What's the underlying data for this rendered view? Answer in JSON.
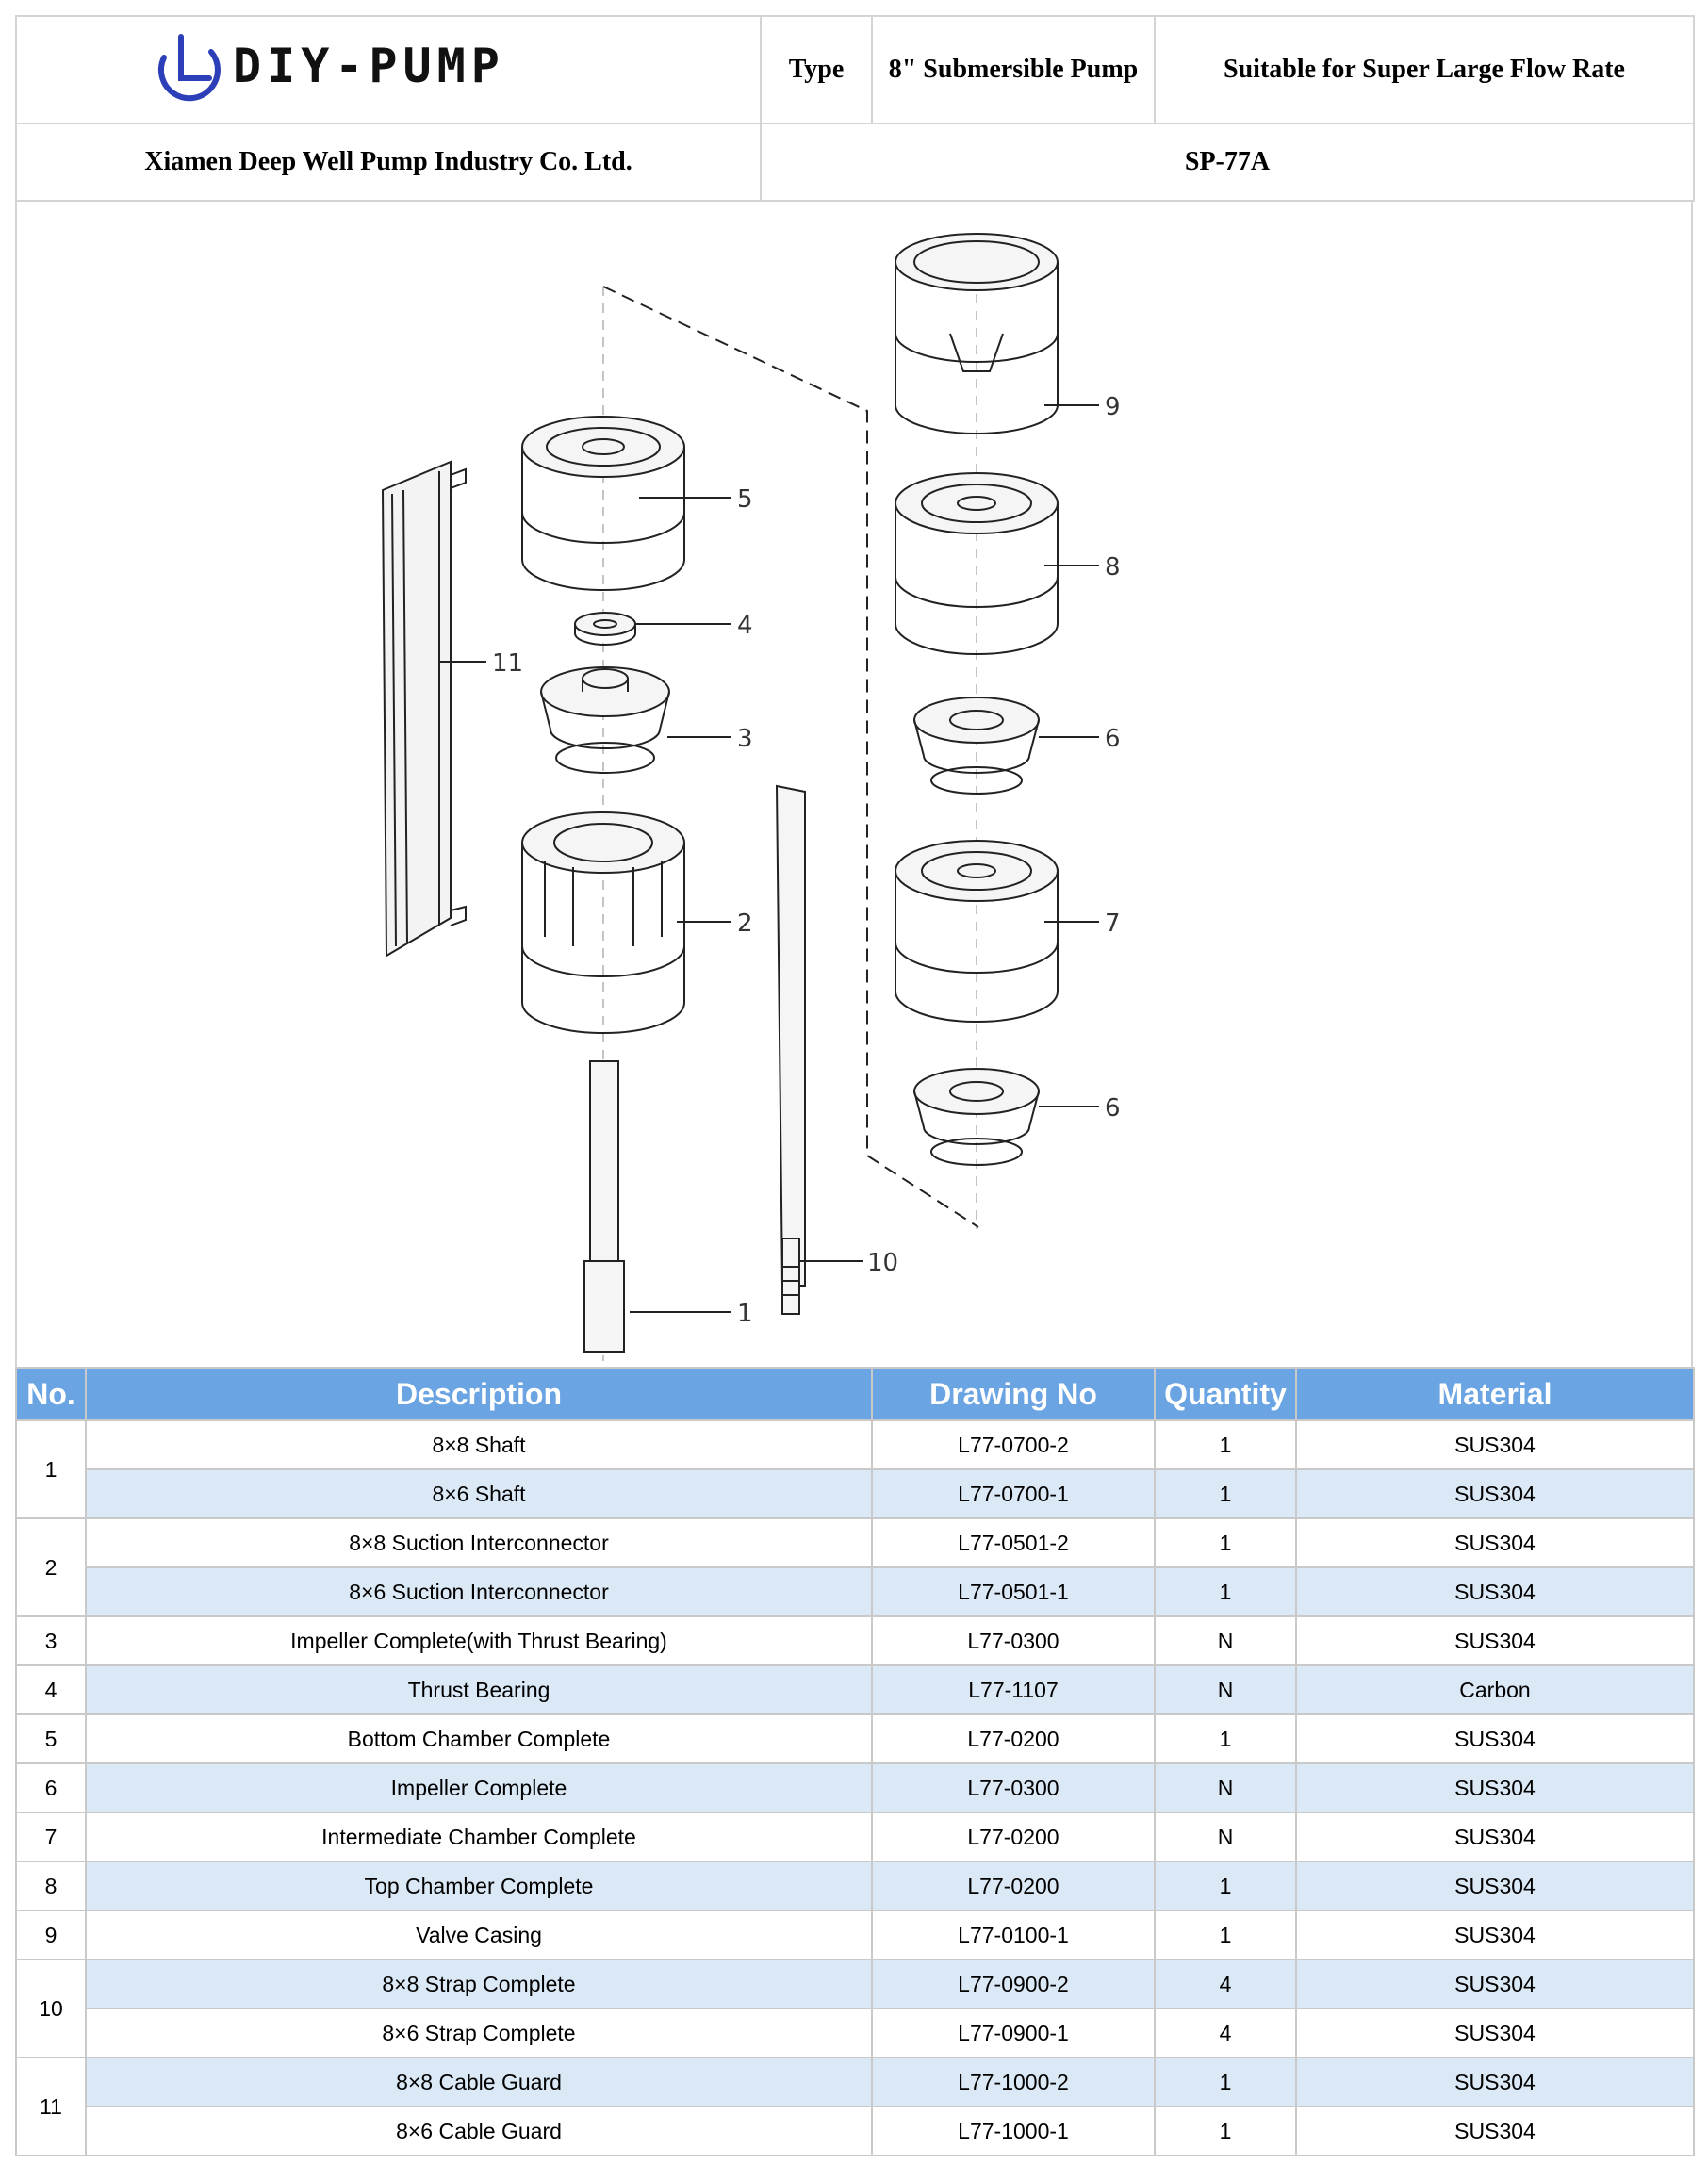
{
  "header": {
    "brand": "DIY-PUMP",
    "type_label": "Type",
    "type_value": "8\" Submersible Pump",
    "feature": "Suitable for Super Large Flow Rate",
    "company": "Xiamen Deep Well Pump Industry Co. Ltd.",
    "model": "SP-77A"
  },
  "diagram": {
    "labels": [
      "1",
      "2",
      "3",
      "4",
      "5",
      "6",
      "6",
      "7",
      "8",
      "9",
      "10",
      "11"
    ]
  },
  "table": {
    "headers": [
      "No.",
      "Description",
      "Drawing No",
      "Quantity",
      "Material"
    ],
    "rows": [
      {
        "no": "1",
        "desc": "8×8 Shaft",
        "drawing": "L77-0700-2",
        "qty": "1",
        "material": "SUS304"
      },
      {
        "no": "",
        "desc": "8×6 Shaft",
        "drawing": "L77-0700-1",
        "qty": "1",
        "material": "SUS304"
      },
      {
        "no": "2",
        "desc": "8×8 Suction Interconnector",
        "drawing": "L77-0501-2",
        "qty": "1",
        "material": "SUS304"
      },
      {
        "no": "",
        "desc": "8×6 Suction Interconnector",
        "drawing": "L77-0501-1",
        "qty": "1",
        "material": "SUS304"
      },
      {
        "no": "3",
        "desc": "Impeller Complete(with Thrust Bearing)",
        "drawing": "L77-0300",
        "qty": "N",
        "material": "SUS304"
      },
      {
        "no": "4",
        "desc": "Thrust Bearing",
        "drawing": "L77-1107",
        "qty": "N",
        "material": "Carbon"
      },
      {
        "no": "5",
        "desc": "Bottom Chamber Complete",
        "drawing": "L77-0200",
        "qty": "1",
        "material": "SUS304"
      },
      {
        "no": "6",
        "desc": "Impeller Complete",
        "drawing": "L77-0300",
        "qty": "N",
        "material": "SUS304"
      },
      {
        "no": "7",
        "desc": "Intermediate Chamber Complete",
        "drawing": "L77-0200",
        "qty": "N",
        "material": "SUS304"
      },
      {
        "no": "8",
        "desc": "Top Chamber Complete",
        "drawing": "L77-0200",
        "qty": "1",
        "material": "SUS304"
      },
      {
        "no": "9",
        "desc": "Valve Casing",
        "drawing": "L77-0100-1",
        "qty": "1",
        "material": "SUS304"
      },
      {
        "no": "10",
        "desc": "8×8 Strap Complete",
        "drawing": "L77-0900-2",
        "qty": "4",
        "material": "SUS304"
      },
      {
        "no": "",
        "desc": "8×6 Strap Complete",
        "drawing": "L77-0900-1",
        "qty": "4",
        "material": "SUS304"
      },
      {
        "no": "11",
        "desc": "8×8 Cable Guard",
        "drawing": "L77-1000-2",
        "qty": "1",
        "material": "SUS304"
      },
      {
        "no": "",
        "desc": "8×6 Cable Guard",
        "drawing": "L77-1000-1",
        "qty": "1",
        "material": "SUS304"
      }
    ]
  }
}
